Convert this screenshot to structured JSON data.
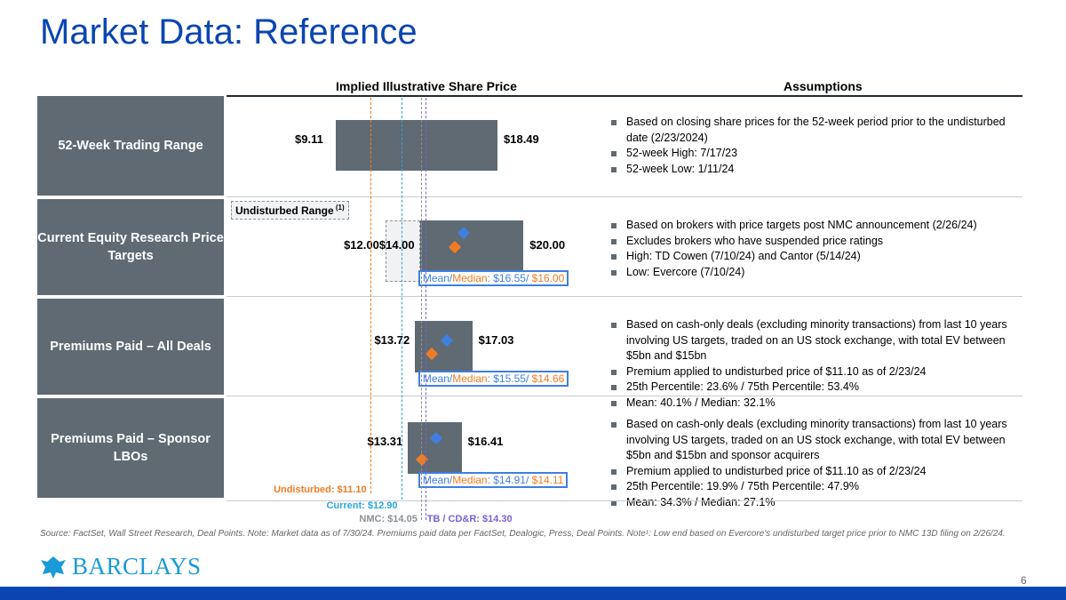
{
  "title": "Market Data: Reference",
  "headers": {
    "chart": "Implied Illustrative Share Price",
    "assumptions": "Assumptions"
  },
  "colors": {
    "mean": "#3f7fe0",
    "median": "#f07c22",
    "undisturbed": "#f07c22",
    "current": "#2aa6e0",
    "nmc": "#8c9196",
    "tb": "#7b5fd6"
  },
  "scale": {
    "min": 9.11,
    "max": 18.49
  },
  "reference_lines": [
    {
      "label": "Undisturbed: $11.10",
      "value": 11.1,
      "color": "#f07c22"
    },
    {
      "label": "Current: $12.90",
      "value": 12.9,
      "color": "#2aa6e0"
    },
    {
      "label": "NMC: $14.05",
      "value": 14.05,
      "color": "#8c9196"
    },
    {
      "label": "TB / CD&R: $14.30",
      "value": 14.3,
      "color": "#7b5fd6"
    }
  ],
  "undisturbed_range_label": "Undisturbed Range",
  "undisturbed_range_note": "(1)",
  "rows": [
    {
      "label": "52-Week Trading Range",
      "low": 9.11,
      "high": 18.49,
      "low_label": "$9.11",
      "high_label": "$18.49",
      "assumptions": [
        "Based on closing share prices for the 52-week period prior to the undisturbed date (2/23/2024)",
        "52-week High: 7/17/23",
        "52-week Low: 1/11/24"
      ]
    },
    {
      "label": "Current Equity Research Price Targets",
      "low": 14.0,
      "high": 20.0,
      "ext_low": 12.0,
      "ext_low_label": "$12.00",
      "low_label": "$14.00",
      "high_label": "$20.00",
      "mean": 16.55,
      "median": 16.0,
      "mm_prefix": "Mean/",
      "mm_median": "Median",
      "mm_mean_val": ": $16.55/ ",
      "mm_median_val": "$16.00",
      "assumptions": [
        "Based on brokers with price targets post NMC announcement (2/26/24)",
        "Excludes brokers who have suspended price ratings",
        "High: TD Cowen (7/10/24) and Cantor (5/14/24)",
        "Low: Evercore (7/10/24)"
      ]
    },
    {
      "label": "Premiums Paid – All Deals",
      "low": 13.72,
      "high": 17.03,
      "low_label": "$13.72",
      "high_label": "$17.03",
      "mean": 15.55,
      "median": 14.66,
      "mm_prefix": "Mean/",
      "mm_median": "Median",
      "mm_mean_val": ": $15.55/ ",
      "mm_median_val": "$14.66",
      "assumptions": [
        "Based on cash-only deals (excluding minority transactions) from last 10 years involving US targets, traded on an US stock exchange, with total EV between $5bn and $15bn",
        "Premium applied to undisturbed price of $11.10 as of 2/23/24",
        "25th Percentile: 23.6% / 75th Percentile: 53.4%",
        "Mean: 40.1% / Median: 32.1%"
      ]
    },
    {
      "label": "Premiums Paid – Sponsor LBOs",
      "low": 13.31,
      "high": 16.41,
      "low_label": "$13.31",
      "high_label": "$16.41",
      "mean": 14.91,
      "median": 14.11,
      "mm_prefix": "Mean/",
      "mm_median": "Median",
      "mm_mean_val": ": $14.91/ ",
      "mm_median_val": "$14.11",
      "assumptions": [
        "Based on cash-only deals (excluding minority transactions) from last 10 years involving US targets, traded on an US stock exchange, with total EV between $5bn and $15bn and sponsor acquirers",
        "Premium applied to undisturbed price of $11.10 as of 2/23/24",
        "25th Percentile: 19.9% / 75th Percentile: 47.9%",
        "Mean: 34.3% / Median: 27.1%"
      ]
    }
  ],
  "footnote": "Source: FactSet, Wall Street Research, Deal Points. Note: Market data as of 7/30/24. Premiums paid data per FactSet, Dealogic, Press, Deal Points. Note¹: Low end based on Evercore's undisturbed target price prior to NMC 13D filing on 2/26/24.",
  "logo": "BARCLAYS",
  "page_number": "6"
}
